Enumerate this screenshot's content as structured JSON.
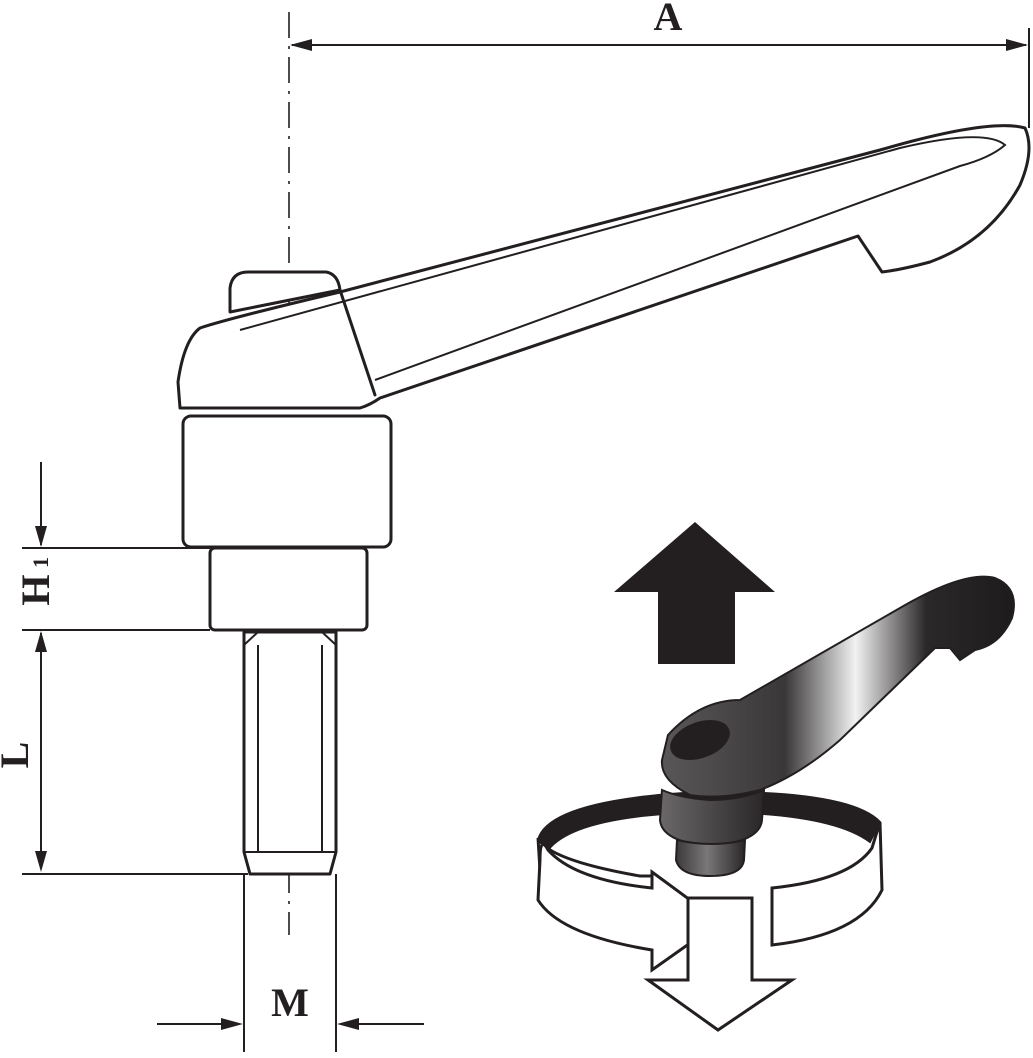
{
  "dimensions": {
    "A": "A",
    "H": "H",
    "H_sub": "1",
    "L": "L",
    "M": "M"
  },
  "colors": {
    "ink": "#231f20",
    "background": "#ffffff"
  },
  "icons": {
    "lift_arrow": "up-arrow-icon",
    "rotation": "rotation-arrow-icon",
    "push_arrow": "down-arrow-icon"
  }
}
